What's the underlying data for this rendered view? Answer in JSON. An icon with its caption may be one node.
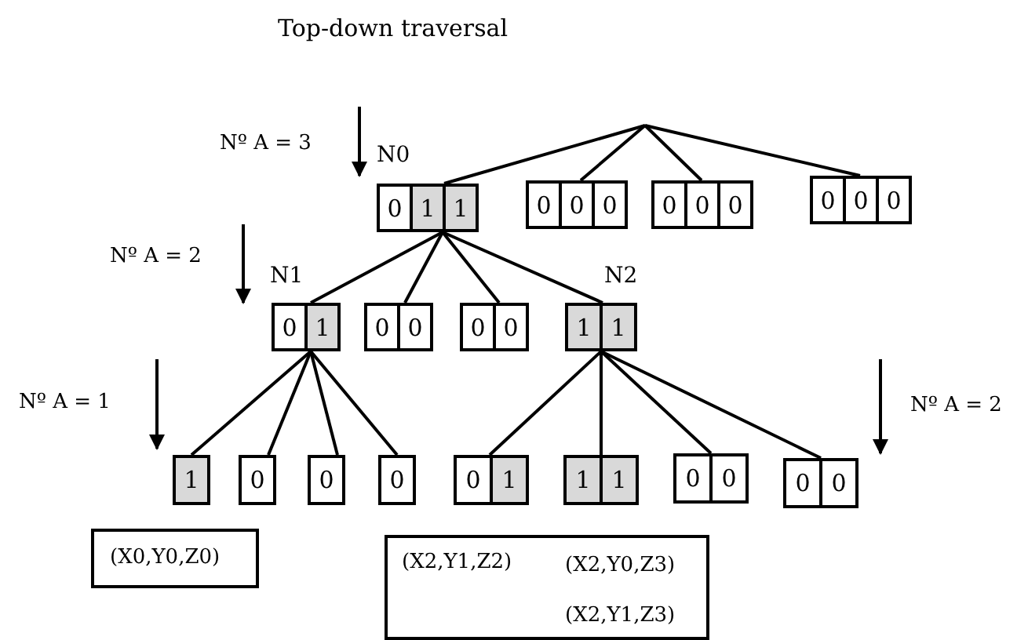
{
  "diagram": {
    "title": "Top-down traversal",
    "nodes": [
      {
        "text": [
          "0",
          "1",
          "1"
        ],
        "beside": [
          "N0"
        ]
      },
      {
        "text": [
          "0",
          "0",
          "0"
        ]
      },
      {
        "text": [
          "0",
          "0",
          "0"
        ]
      },
      {
        "text": [
          "0",
          "0",
          "0"
        ]
      },
      {
        "text": [
          "0",
          "1"
        ],
        "beside": [
          "N1"
        ]
      },
      {
        "text": [
          "0",
          "0"
        ]
      },
      {
        "text": [
          "0",
          "0"
        ]
      },
      {
        "text": [
          "1",
          "1"
        ],
        "beside": [
          "N2"
        ]
      },
      {
        "text": [
          "1"
        ]
      },
      {
        "text": [
          "0"
        ]
      },
      {
        "text": [
          "0"
        ]
      },
      {
        "text": [
          "0"
        ]
      },
      {
        "text": [
          "0",
          "1"
        ]
      },
      {
        "text": [
          "1",
          "1"
        ]
      },
      {
        "text": [
          "0",
          "0"
        ]
      },
      {
        "text": [
          "0",
          "0"
        ]
      },
      {
        "text": [
          "(X0,Y0,Z0)"
        ]
      },
      {
        "text": [
          "(X2,Y1,Z2)",
          "(X2,Y0,Z3)",
          "(X2,Y1,Z3)"
        ]
      }
    ],
    "edges": [
      {
        "from": null,
        "to": 0,
        "arrow": "none"
      },
      {
        "from": null,
        "to": 1,
        "arrow": "none"
      },
      {
        "from": null,
        "to": 2,
        "arrow": "none"
      },
      {
        "from": null,
        "to": 3,
        "arrow": "none"
      },
      {
        "from": 0,
        "to": 4,
        "arrow": "none"
      },
      {
        "from": 0,
        "to": 5,
        "arrow": "none"
      },
      {
        "from": 0,
        "to": 6,
        "arrow": "none"
      },
      {
        "from": 0,
        "to": 7,
        "arrow": "none"
      },
      {
        "from": 4,
        "to": 8,
        "arrow": "none"
      },
      {
        "from": 4,
        "to": 9,
        "arrow": "none"
      },
      {
        "from": 4,
        "to": 10,
        "arrow": "none"
      },
      {
        "from": 4,
        "to": 11,
        "arrow": "none"
      },
      {
        "from": 7,
        "to": 12,
        "arrow": "none"
      },
      {
        "from": 7,
        "to": 13,
        "arrow": "none"
      },
      {
        "from": 7,
        "to": 14,
        "arrow": "none"
      },
      {
        "from": 7,
        "to": 15,
        "arrow": "none"
      }
    ],
    "labels": [
      "Nº A = 3",
      "Nº A = 2",
      "Nº A = 1",
      "Nº A = 2"
    ]
  }
}
